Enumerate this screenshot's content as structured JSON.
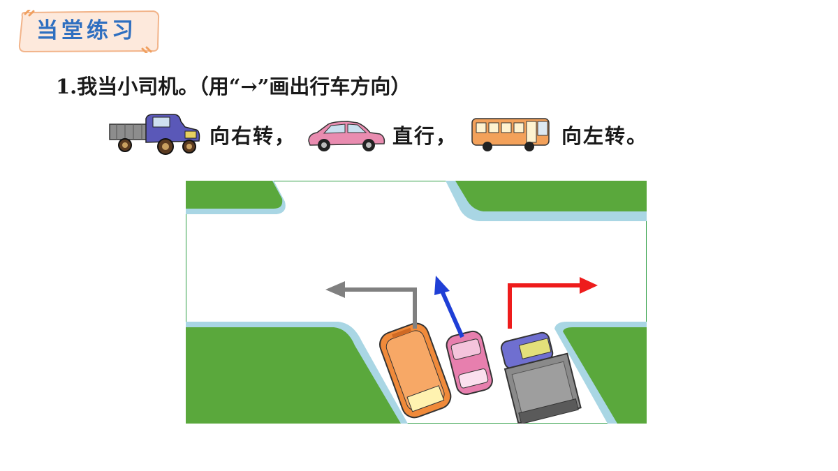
{
  "header": {
    "title": "当堂练习"
  },
  "question": {
    "text": "1.我当小司机。（用“→”画出行车方向）"
  },
  "tasks": [
    {
      "vehicle": "truck",
      "instruction": "向右转，"
    },
    {
      "vehicle": "car",
      "instruction": "直行，"
    },
    {
      "vehicle": "bus",
      "instruction": "向左转。"
    }
  ],
  "scene": {
    "arrows": [
      {
        "vehicle": "bus",
        "direction": "left",
        "color": "#808080"
      },
      {
        "vehicle": "car",
        "direction": "straight",
        "color": "#1f3fd6"
      },
      {
        "vehicle": "truck",
        "direction": "right",
        "color": "#ee1c1c"
      }
    ],
    "colors": {
      "grass": "#5aa83c",
      "road": "#ffffff",
      "curb": "#a9d6e4",
      "border": "#2e9e44"
    }
  }
}
